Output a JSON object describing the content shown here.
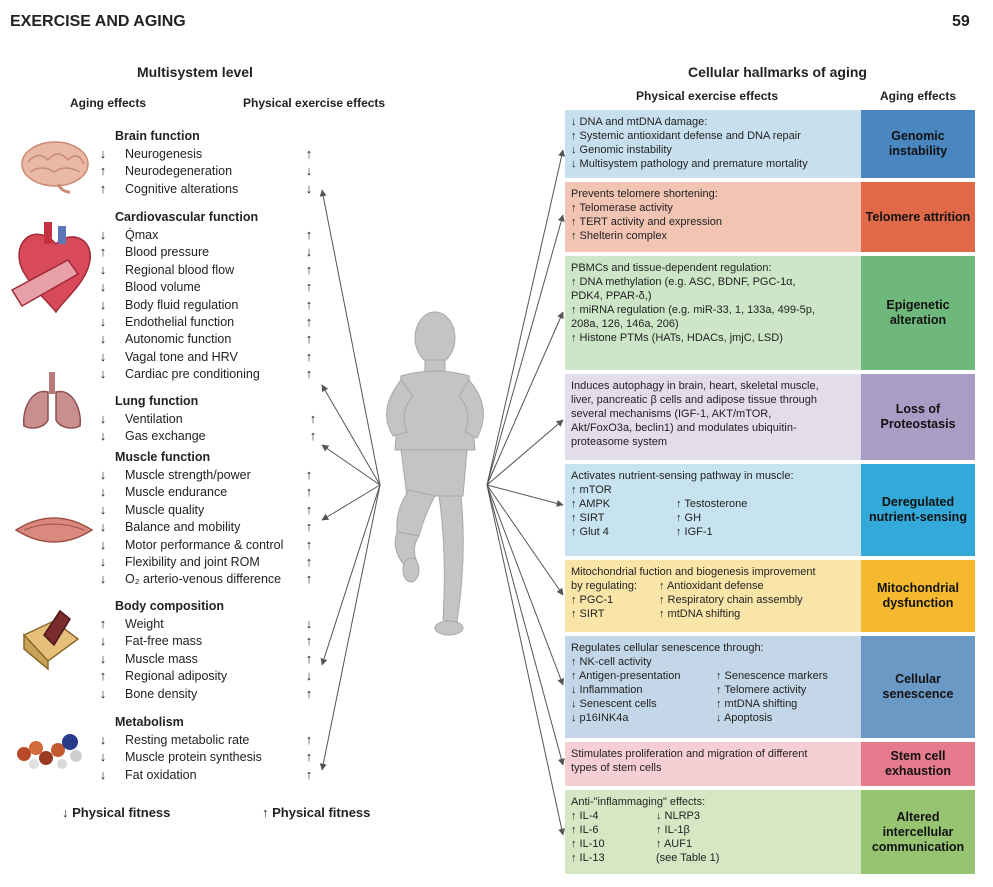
{
  "page": {
    "header": "EXERCISE AND AGING",
    "page_number": "59"
  },
  "left": {
    "title": "Multisystem level",
    "col_aging": "Aging effects",
    "col_exercise": "Physical exercise effects",
    "sections": [
      {
        "title": "Brain function",
        "icon": "brain-icon",
        "items": [
          {
            "aging": "↓",
            "label": "Neurogenesis",
            "exercise": "↑"
          },
          {
            "aging": "↑",
            "label": "Neurodegeneration",
            "exercise": "↓"
          },
          {
            "aging": "↑",
            "label": "Cognitive alterations",
            "exercise": "↓"
          }
        ]
      },
      {
        "title": "Cardiovascular function",
        "icon": "heart-icon",
        "items": [
          {
            "aging": "↓",
            "label": "Q̇max",
            "exercise": "↑"
          },
          {
            "aging": "↑",
            "label": "Blood pressure",
            "exercise": "↓"
          },
          {
            "aging": "↓",
            "label": "Regional blood flow",
            "exercise": "↑"
          },
          {
            "aging": "↓",
            "label": "Blood  volume",
            "exercise": "↑"
          },
          {
            "aging": "↓",
            "label": "Body fluid regulation",
            "exercise": "↑"
          },
          {
            "aging": "↓",
            "label": "Endothelial function",
            "exercise": "↑"
          },
          {
            "aging": "↓",
            "label": "Autonomic function",
            "exercise": "↑"
          },
          {
            "aging": "↓",
            "label": "Vagal tone and HRV",
            "exercise": "↑"
          },
          {
            "aging": "↓",
            "label": "Cardiac pre conditioning",
            "exercise": "↑"
          }
        ]
      },
      {
        "title": "Lung function",
        "icon": "lungs-icon",
        "items": [
          {
            "aging": "↓",
            "label": "Ventilation",
            "exercise": "↑"
          },
          {
            "aging": "↓",
            "label": "Gas exchange",
            "exercise": "↑"
          }
        ]
      },
      {
        "title": "Muscle function",
        "icon": "muscle-icon",
        "items": [
          {
            "aging": "↓",
            "label": "Muscle strength/power",
            "exercise": "↑"
          },
          {
            "aging": "↓",
            "label": "Muscle endurance",
            "exercise": "↑"
          },
          {
            "aging": "↓",
            "label": "Muscle quality",
            "exercise": "↑"
          },
          {
            "aging": "↓",
            "label": "Balance and mobility",
            "exercise": "↑"
          },
          {
            "aging": "↓",
            "label": "Motor performance & control",
            "exercise": "↑"
          },
          {
            "aging": "↓",
            "label": "Flexibility and joint ROM",
            "exercise": "↑"
          },
          {
            "aging": "↓",
            "label": "O₂ arterio-venous difference",
            "exercise": "↑"
          }
        ]
      },
      {
        "title": "Body composition",
        "icon": "body-composition-icon",
        "items": [
          {
            "aging": "↑",
            "label": "Weight",
            "exercise": "↓"
          },
          {
            "aging": "↓",
            "label": "Fat-free mass",
            "exercise": "↑"
          },
          {
            "aging": "↓",
            "label": "Muscle mass",
            "exercise": "↑"
          },
          {
            "aging": "↑",
            "label": "Regional adiposity",
            "exercise": "↓"
          },
          {
            "aging": "↓",
            "label": "Bone density",
            "exercise": "↑"
          }
        ]
      },
      {
        "title": "Metabolism",
        "icon": "molecule-icon",
        "items": [
          {
            "aging": "↓",
            "label": "Resting metabolic rate",
            "exercise": "↑"
          },
          {
            "aging": "↓",
            "label": "Muscle protein synthesis",
            "exercise": "↑"
          },
          {
            "aging": "↓",
            "label": "Fat oxidation",
            "exercise": "↑"
          }
        ]
      }
    ],
    "footer_left": "↓ Physical fitness",
    "footer_right": "↑ Physical fitness"
  },
  "right": {
    "title": "Cellular hallmarks of aging",
    "col_exercise": "Physical exercise effects",
    "col_aging": "Aging effects",
    "hallmarks": [
      {
        "name": "Genomic instability",
        "box_color": "#c8dfee",
        "tag_color": "#4a86c0",
        "lines": [
          "↓ DNA and mtDNA damage:",
          "↑ Systemic antioxidant defense and DNA repair",
          "↓ Genomic instability",
          "↓ Multisystem pathology and premature mortality"
        ]
      },
      {
        "name": "Telomere attrition",
        "box_color": "#f2c4b4",
        "tag_color": "#e0694a",
        "lines": [
          "Prevents telomere shortening:",
          "↑ Telomerase activity",
          "↑ TERT activity and expression",
          "↑ Shelterin complex"
        ]
      },
      {
        "name": "Epigenetic alteration",
        "box_color": "#cde6c7",
        "tag_color": "#6fb87c",
        "lines": [
          "PBMCs and tissue-dependent regulation:",
          "↑ DNA methylation (e.g. ASC, BDNF, PGC-1α,",
          "    PDK4, PPAR-δ,)",
          "↑ miRNA regulation (e.g. miR-33, 1, 133a, 499-5p,",
          "    208a, 126, 146a, 206)",
          "↑ Histone PTMs (HATs, HDACs, jmjC, LSD)"
        ]
      },
      {
        "name": "Loss of Proteostasis",
        "box_color": "#e3dcea",
        "tag_color": "#a99cc5",
        "lines": [
          "Induces autophagy in brain, heart, skeletal muscle,",
          "liver, pancreatic β cells and adipose tissue through",
          "several mechanisms (IGF-1, AKT/mTOR,",
          "Akt/FoxO3a, beclin1) and modulates ubiquitin-",
          "proteasome system"
        ]
      },
      {
        "name": "Deregulated nutrient-sensing",
        "box_color": "#c7e3ef",
        "tag_color": "#33a9d9",
        "intro": "Activates nutrient-sensing pathway in muscle:",
        "col1": [
          "↑ mTOR",
          "↑ AMPK",
          "↑ SIRT",
          "↑ Glut 4"
        ],
        "col2": [
          "",
          "↑ Testosterone",
          "↑ GH",
          "↑ IGF-1"
        ]
      },
      {
        "name": "Mitochondrial dysfunction",
        "box_color": "#fae5a9",
        "tag_color": "#f4b92e",
        "intro": "Mitochondrial fuction and biogenesis improvement",
        "col1": [
          "by regulating:",
          "↑ PGC-1",
          "↑ SIRT"
        ],
        "col2": [
          "↑ Antioxidant defense",
          "↑ Respiratory chain assembly",
          "↑ mtDNA shifting"
        ]
      },
      {
        "name": "Cellular senescence",
        "box_color": "#c3d7e8",
        "tag_color": "#6a99c6",
        "intro": "Regulates cellular senescence through:",
        "col1": [
          "↑ NK-cell activity",
          "↑ Antigen-presentation",
          "↓ Inflammation",
          "↓ Senescent cells",
          "↓ p16INK4a"
        ],
        "col2": [
          "",
          "↑ Senescence markers",
          "↑ Telomere activity",
          "↑ mtDNA shifting",
          "↓ Apoptosis"
        ]
      },
      {
        "name": "Stem cell exhaustion",
        "box_color": "#f6cfd5",
        "tag_color": "#e57b8c",
        "lines": [
          "Stimulates proliferation and migration of different",
          "types of stem cells"
        ]
      },
      {
        "name": "Altered intercellular communication",
        "box_color": "#d6e7c3",
        "tag_color": "#97c471",
        "intro": "Anti-\"inflammaging\" effects:",
        "col1": [
          "↑ IL-4",
          "↑ IL-6",
          "↑ IL-10",
          "↑ IL-13"
        ],
        "col2": [
          "↓ NLRP3",
          "↑ IL-1β",
          "↑ AUF1",
          "(see Table 1)"
        ]
      }
    ]
  },
  "colors": {
    "arrow": "#555555",
    "figure": "#bdbdbd"
  }
}
